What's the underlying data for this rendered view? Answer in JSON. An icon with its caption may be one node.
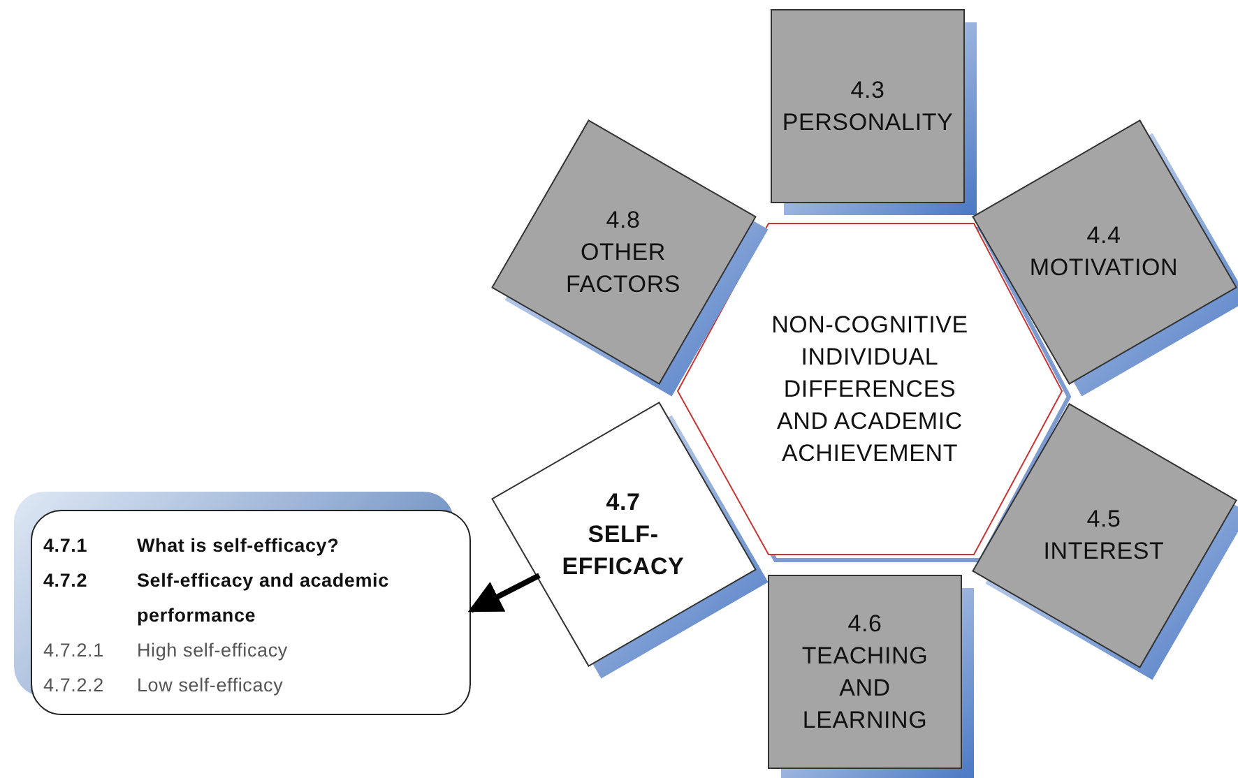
{
  "diagram": {
    "nodes": [
      {
        "text": [
          "NON-COGNITIVE INDIVIDUAL DIFFERENCES AND ACADEMIC ACHIEVEMENT"
        ]
      },
      {
        "text": [
          "4.3",
          "PERSONALITY"
        ]
      },
      {
        "text": [
          "4.4",
          "MOTIVATION"
        ]
      },
      {
        "text": [
          "4.5",
          "INTEREST"
        ]
      },
      {
        "text": [
          "4.6",
          "TEACHING AND LEARNING"
        ]
      },
      {
        "text": [
          "4.7",
          "SELF-EFFICACY"
        ]
      },
      {
        "text": [
          "4.8",
          "OTHER FACTORS"
        ]
      },
      {
        "text": [
          "4.7.1",
          "What is self-efficacy?",
          "4.7.2",
          "Self-efficacy and academic performance",
          "4.7.2.1",
          "High self-efficacy",
          "4.7.2.2",
          "Low self-efficacy"
        ]
      }
    ],
    "edges": [
      {
        "from": 5,
        "to": 7,
        "arrow": "to"
      }
    ]
  }
}
